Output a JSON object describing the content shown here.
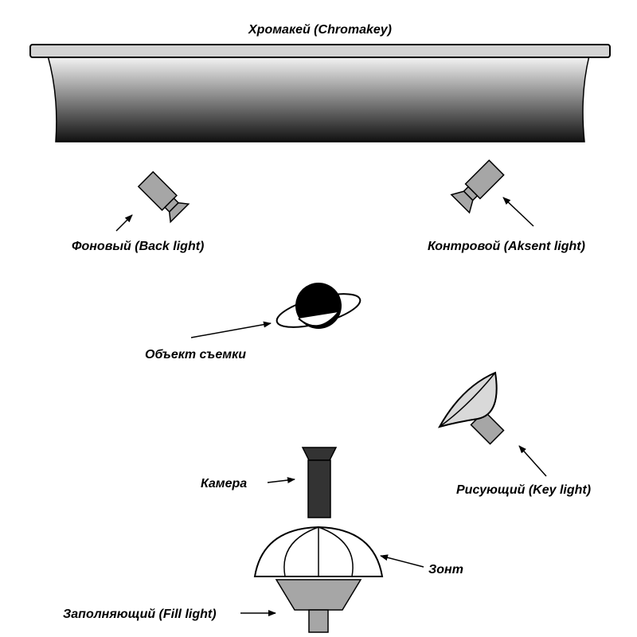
{
  "labels": {
    "chromakey": "Хромакей (Chromakey)",
    "back_light": "Фоновый (Back light)",
    "accent_light": "Контровой (Aksent light)",
    "subject": "Объект съемки",
    "key_light": "Рисующий (Key light)",
    "camera": "Камера",
    "umbrella": "Зонт",
    "fill_light": "Заполняющий (Fill light)"
  },
  "colors": {
    "lamp_fill": "#a6a6a6",
    "camera_fill": "#333333",
    "subject_fill": "#000000",
    "backdrop_top": "#f7f7f7",
    "backdrop_bottom": "#111111"
  }
}
